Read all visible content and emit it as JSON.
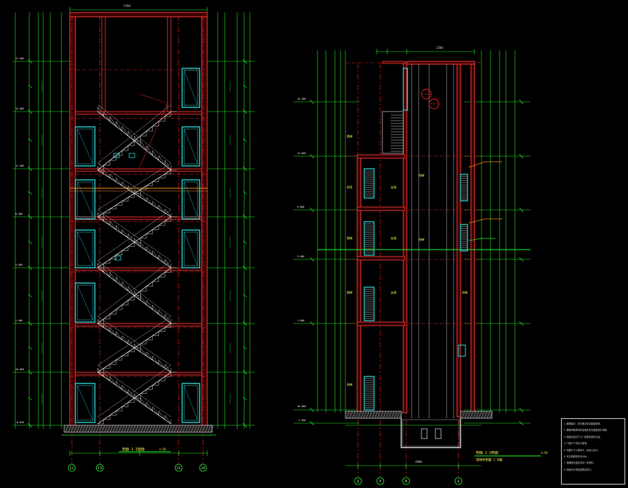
{
  "window": {
    "title": "楼梯间及电梯井剖面图"
  },
  "colors": {
    "background": "#000000",
    "dimension": "#22ff22",
    "wall": "#ff3b3b",
    "axis": "#e62020",
    "stair": "#d8d8d8",
    "window": "#2fe3e3",
    "text": "#ffff55",
    "level": "#ffffff",
    "orange": "#ff8c1a",
    "frame": "#ffffff"
  },
  "left_section": {
    "title": "剖面  1-1剖面",
    "scale": "1:50",
    "axes": [
      "11",
      "13",
      "21",
      "24"
    ],
    "top_dim": "5450",
    "level_marks": [
      "17.400",
      "14.400",
      "11.400",
      "8.400",
      "5.400",
      "2.400",
      "±0.000",
      "-0.450"
    ]
  },
  "right_section": {
    "title": "剖面  2-2剖面",
    "subtitle": "电梯井剖面 C-D轴",
    "scale": "1:50",
    "axes": [
      "Q",
      "P",
      "N",
      "G"
    ],
    "top_dim": "2200",
    "bottom_dim": "4960",
    "room_labels": [
      "楼梯",
      "电梯",
      "前室",
      "走道",
      "楼梯",
      "电梯",
      "走道",
      "楼梯",
      "电梯",
      "走道",
      "电梯"
    ],
    "level_marks": [
      "16.200",
      "12.600",
      "9.000",
      "5.400",
      "1.800",
      "±0.000",
      "-1.500"
    ]
  },
  "notes": {
    "lines": [
      "1.楼梯踏步、扶手做法详见建施说明。",
      "2.楼梯间墙体材料及做法详见建施设计说明。",
      "3.电梯井道尺寸以厂家提供资料为准。",
      "4.门窗尺寸详见门窗表。",
      "5.本图尺寸以毫米计，标高以米计。",
      "6.未注明墙厚均为200。",
      "7.电梯底坑做法详见厂家资料。",
      "8.其他未尽事宜按规范执行。"
    ]
  }
}
